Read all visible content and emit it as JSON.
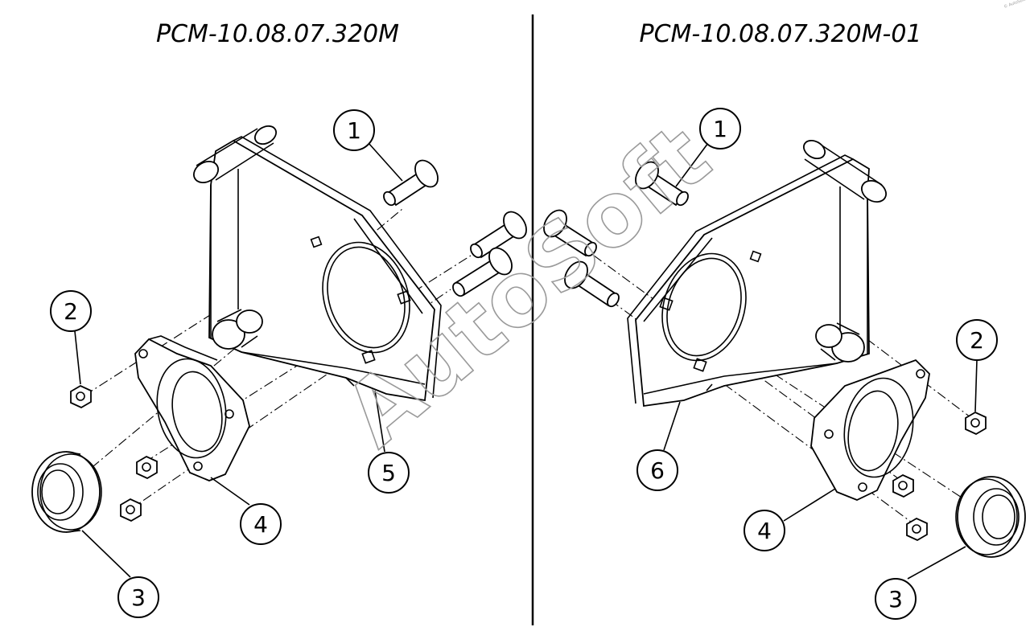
{
  "left_view": {
    "title": "PCM-10.08.07.320M",
    "balloons": [
      {
        "label": "1"
      },
      {
        "label": "2"
      },
      {
        "label": "3"
      },
      {
        "label": "4"
      },
      {
        "label": "5"
      }
    ]
  },
  "right_view": {
    "title": "PCM-10.08.07.320M-01",
    "balloons": [
      {
        "label": "1"
      },
      {
        "label": "2"
      },
      {
        "label": "3"
      },
      {
        "label": "4"
      },
      {
        "label": "6"
      }
    ]
  },
  "watermark": {
    "text": "AutoSoft",
    "small_text": "© AutoSoft"
  },
  "colors": {
    "ink": "#000000",
    "background": "#ffffff",
    "watermark": "#9a9a9a"
  }
}
